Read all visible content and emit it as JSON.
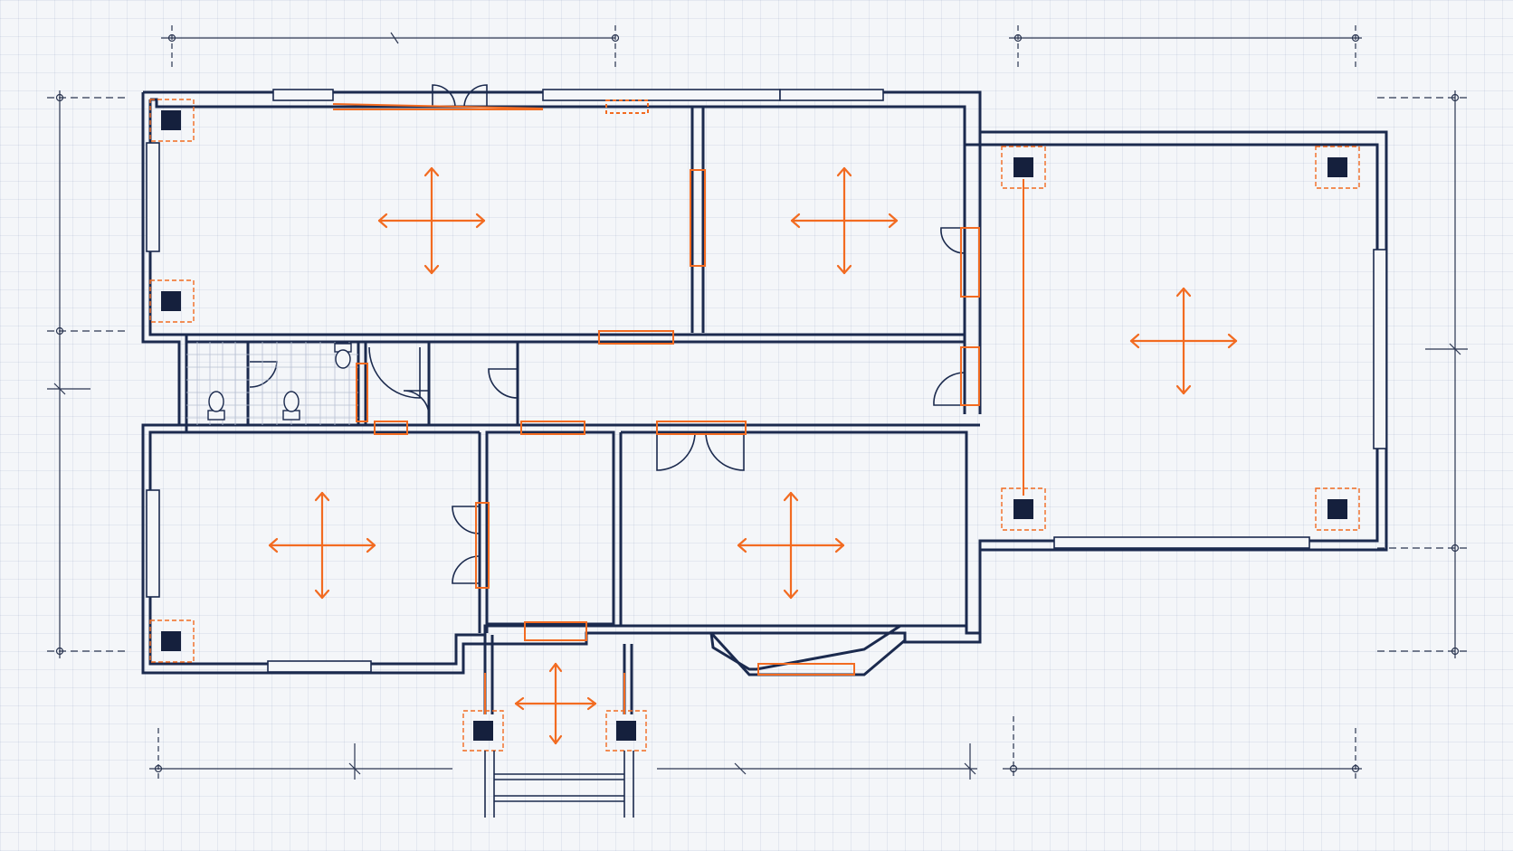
{
  "colors": {
    "background": "#f4f6f9",
    "grid": "#dde3ec",
    "wall": "#1b2a4e",
    "accent": "#f26b21",
    "dimension": "#2a3550",
    "column": "#15203d"
  },
  "plan": {
    "type": "architectural-floor-plan",
    "rooms": [
      {
        "id": "living-room",
        "marker": "move-arrows"
      },
      {
        "id": "bedroom-upper-middle",
        "marker": "move-arrows"
      },
      {
        "id": "garage",
        "marker": "move-arrows"
      },
      {
        "id": "bedroom-lower-left",
        "marker": "move-arrows"
      },
      {
        "id": "bedroom-lower-right",
        "marker": "move-arrows"
      },
      {
        "id": "porch",
        "marker": "move-arrows"
      },
      {
        "id": "bathroom",
        "fixtures": [
          "toilet",
          "toilet",
          "toilet"
        ]
      },
      {
        "id": "closets"
      },
      {
        "id": "hallway"
      },
      {
        "id": "corridor"
      }
    ],
    "structural_columns": 10,
    "dimension_lines": 8,
    "icons": [
      "move-arrows-icon",
      "toilet-icon",
      "door-swing-icon",
      "column-icon"
    ]
  }
}
